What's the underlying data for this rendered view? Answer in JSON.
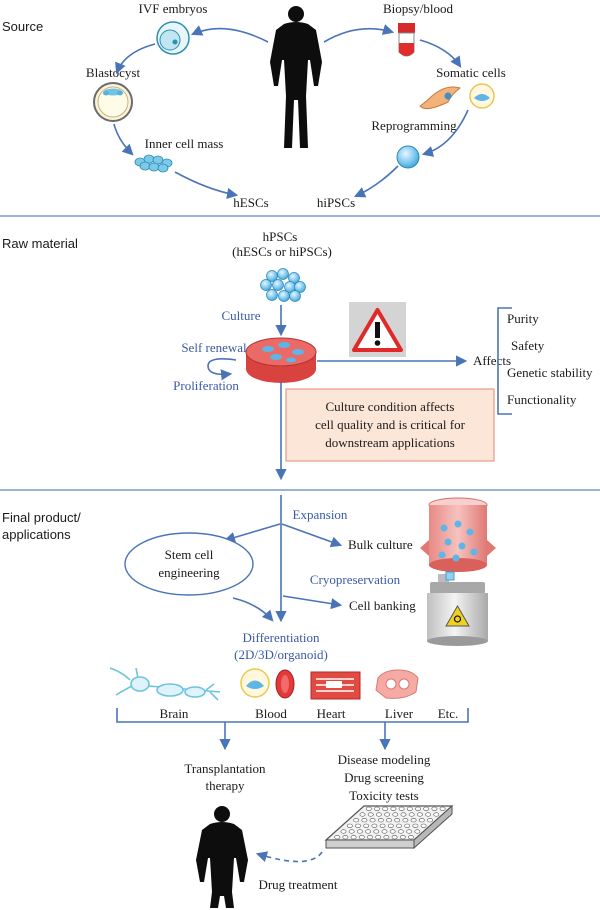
{
  "sections": {
    "source": "Source",
    "raw_material": "Raw material",
    "final_line1": "Final product/",
    "final_line2": "applications"
  },
  "source": {
    "ivf": "IVF embryos",
    "biopsy": "Biopsy/blood",
    "blastocyst": "Blastocyst",
    "somatic": "Somatic cells",
    "icm": "Inner cell mass",
    "reprogramming": "Reprogramming",
    "hescs": "hESCs",
    "hipscs": "hiPSCs"
  },
  "raw": {
    "hpscs": "hPSCs",
    "hpscs_sub": "(hESCs or hiPSCs)",
    "culture": "Culture",
    "self_renewal": "Self renewal",
    "proliferation": "Proliferation",
    "affects": "Affects",
    "attributes": [
      "Purity",
      "Safety",
      "Genetic stability",
      "Functionality"
    ],
    "note_lines": [
      "Culture condition affects",
      "cell quality and is critical for",
      "downstream applications"
    ]
  },
  "final": {
    "expansion": "Expansion",
    "bulk_culture": "Bulk culture",
    "stem_cell_eng_1": "Stem cell",
    "stem_cell_eng_2": "engineering",
    "cryo": "Cryopreservation",
    "cell_banking": "Cell banking",
    "differentiation": "Differentiation",
    "differentiation_sub": "(2D/3D/organoid)",
    "tissues": [
      "Brain",
      "Blood",
      "Heart",
      "Liver",
      "Etc."
    ],
    "transplant_1": "Transplantation",
    "transplant_2": "therapy",
    "apps": [
      "Disease modeling",
      "Drug screening",
      "Toxicity tests"
    ],
    "drug_treatment": "Drug treatment"
  },
  "colors": {
    "arrow": "#4a74b8",
    "divider": "#5a86c2",
    "note_fill": "#fbe6d8",
    "note_border": "#e79a8a",
    "dish_red": "#e3504c",
    "cell_blue": "#5fb6e6"
  },
  "icons": [
    "human-silhouette-icon",
    "embryo-icon",
    "blood-tube-icon",
    "warning-icon",
    "bioreactor-icon",
    "biohazard-tank-icon",
    "well-plate-icon"
  ]
}
